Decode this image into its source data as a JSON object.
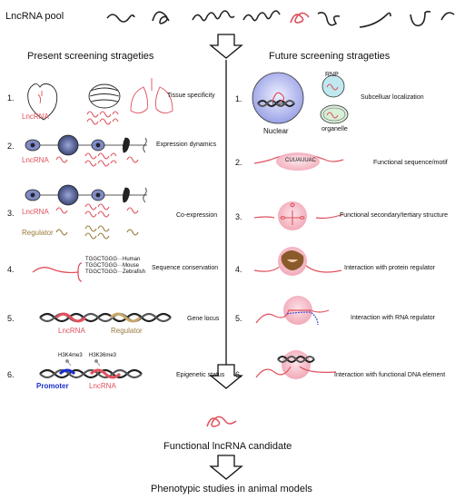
{
  "pool_label": "LncRNA pool",
  "left_title": "Present  screening strageties",
  "right_title": "Future  screening strageties",
  "left_items": [
    {
      "num": "1.",
      "label": "Tissue specificity",
      "sub": "LncRNA"
    },
    {
      "num": "2.",
      "label": "Expression dynamics",
      "sub": "LncRNA"
    },
    {
      "num": "3.",
      "label": "Co-expression",
      "sub": "LncRNA",
      "sub2": "Regulator"
    },
    {
      "num": "4.",
      "label": "Sequence conservation"
    },
    {
      "num": "5.",
      "label": "Gene locus",
      "sub": "LncRNA",
      "sub2": "Regulator"
    },
    {
      "num": "6.",
      "label": "Epigenetic status",
      "sub": "LncRNA",
      "sub2": "Promoter"
    }
  ],
  "conservation_seqs": [
    {
      "seq": "TGGCTGGG",
      "species": "Human"
    },
    {
      "seq": "TGGCTGGG",
      "species": "Mouse"
    },
    {
      "seq": "TGGCTGGG",
      "species": "Zebrafish"
    }
  ],
  "histone_marks": [
    "H3K4me3",
    "H3K36me3"
  ],
  "right_items": [
    {
      "num": "1.",
      "label": "Subcelluar localization"
    },
    {
      "num": "2.",
      "label": "Functional sequence/motif"
    },
    {
      "num": "3.",
      "label": "Functional  secondary/tertiary structure"
    },
    {
      "num": "4.",
      "label": "Interaction with protein regulator"
    },
    {
      "num": "5.",
      "label": "Interaction with RNA regulator"
    },
    {
      "num": "6.",
      "label": "Interaction with functional DNA element"
    }
  ],
  "localization_labels": {
    "dna": "DNA",
    "nuclear": "Nuclear",
    "rnp": "RNP",
    "organelle": "organelle"
  },
  "motif_seq": "CUUAUUAC",
  "candidate_label": "Functional lncRNA candidate",
  "phenotype_label": "Phenotypic studies in animal models",
  "colors": {
    "lncrna": "#e0505c",
    "regulator": "#9a7a3a",
    "promoter": "#1a2fd0",
    "bubble": "#f7c9d2"
  }
}
